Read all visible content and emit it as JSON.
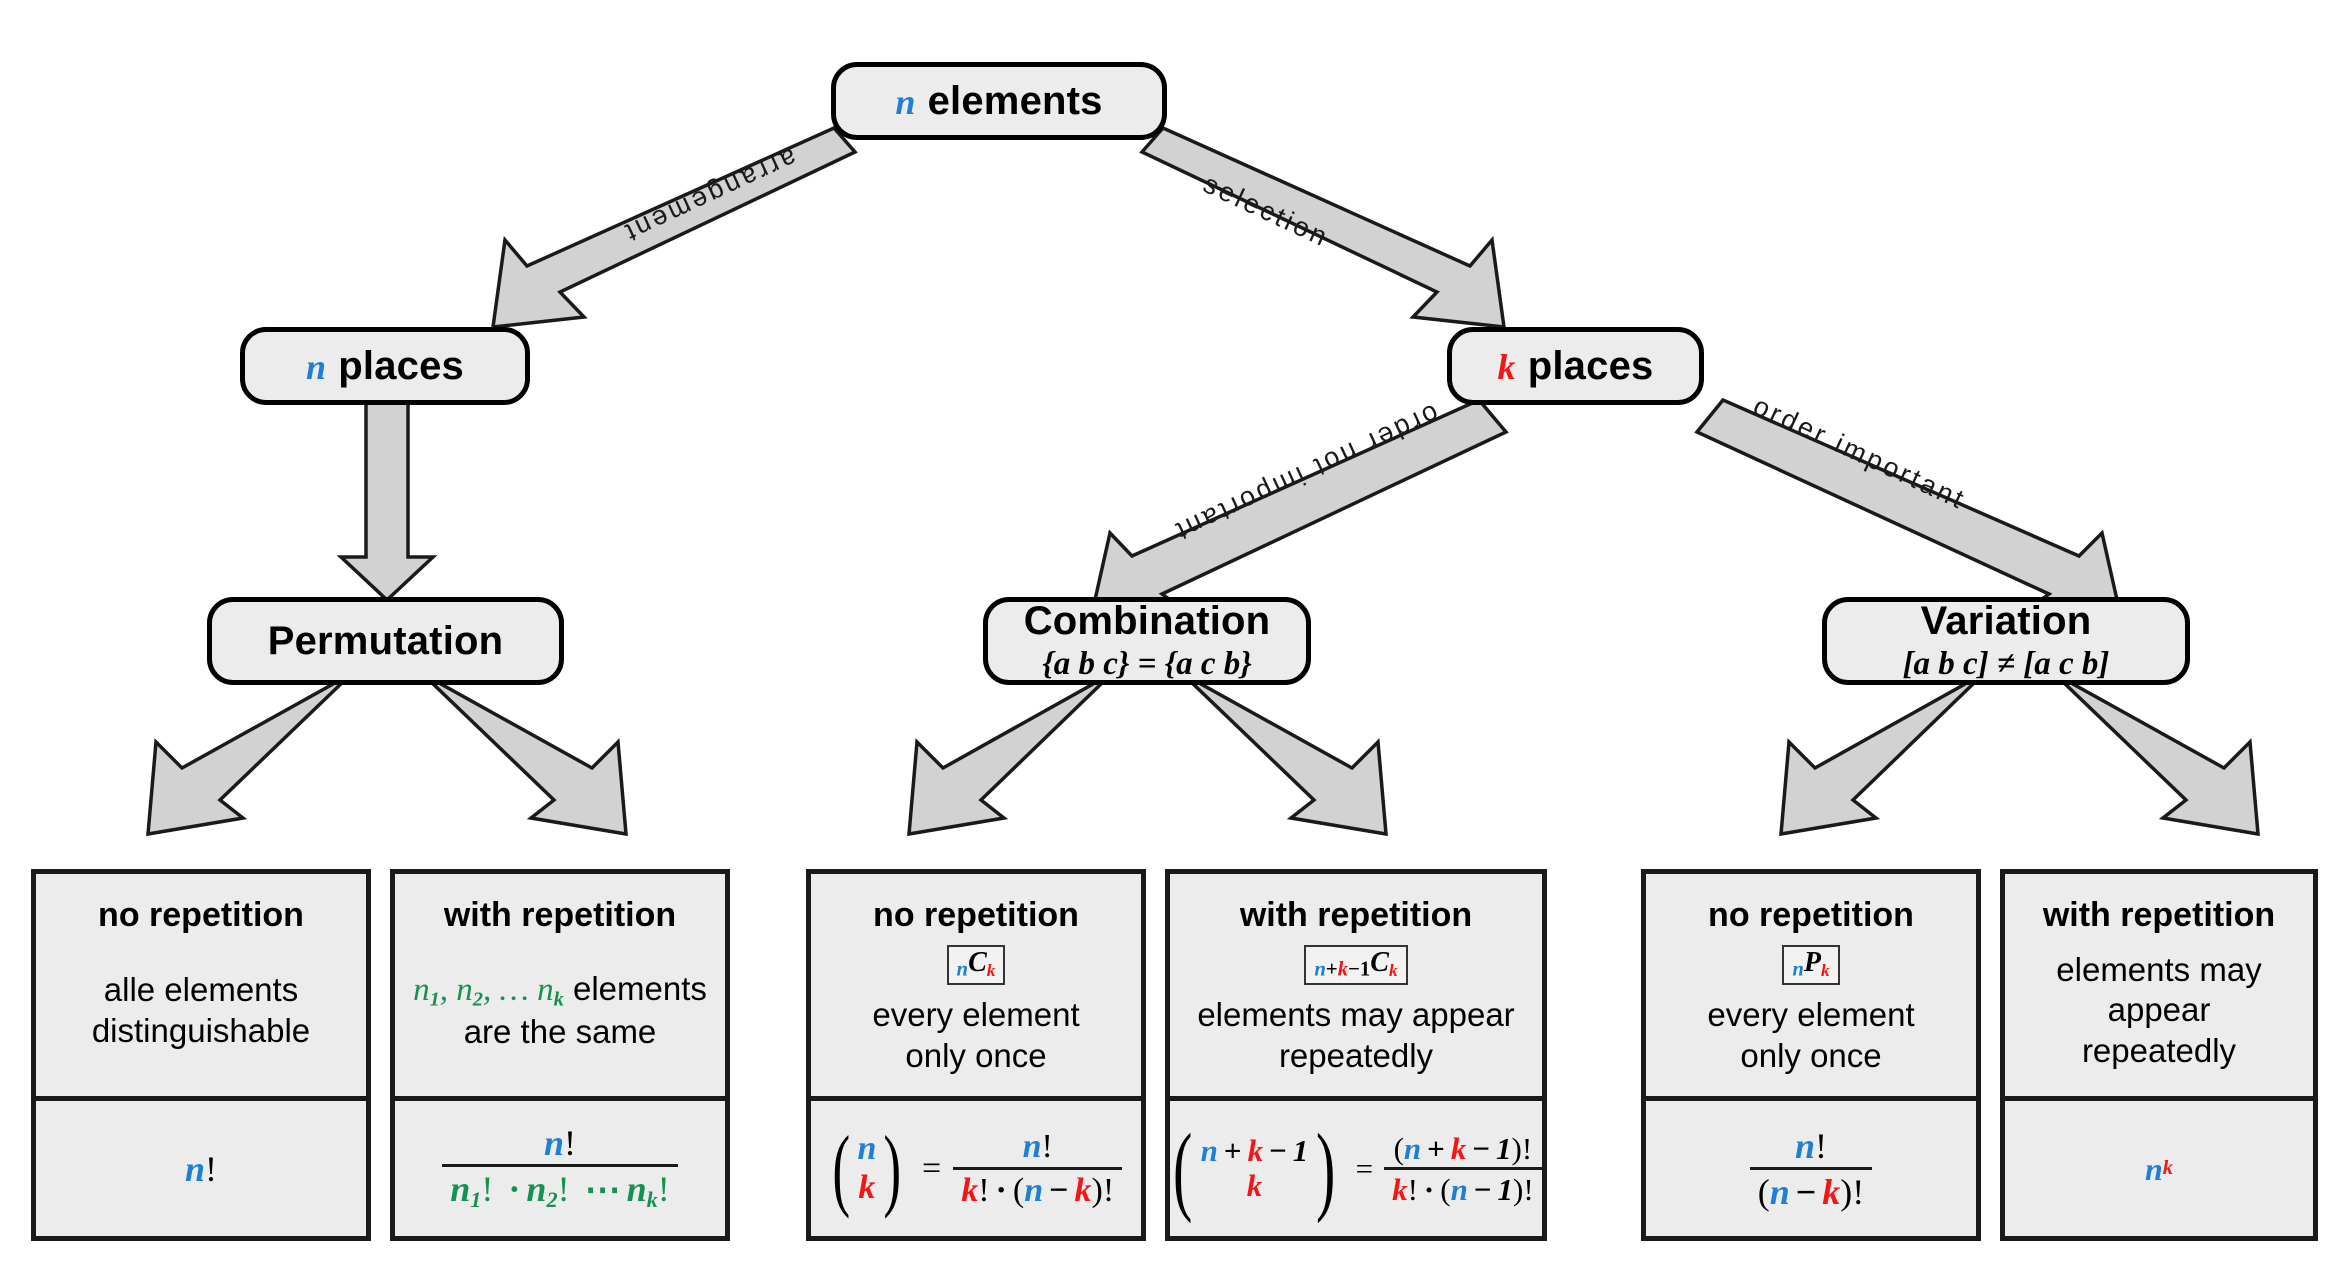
{
  "colors": {
    "n_blue": "#1f7fd4",
    "k_red": "#f61414",
    "green": "#179151",
    "node_fill": "#ececec",
    "arrow_fill": "#d2d2d2",
    "outline": "#000000"
  },
  "diagram": {
    "title": "Combinatorics decision tree",
    "root": {
      "var": "n",
      "label": "elements"
    },
    "level2": [
      {
        "var": "n",
        "label": "places"
      },
      {
        "var": "k",
        "label": "places"
      }
    ],
    "level3": [
      {
        "title": "Permutation",
        "sub": ""
      },
      {
        "title": "Combination",
        "sub": "{a b c} = {a c b}"
      },
      {
        "title": "Variation",
        "sub": "[a b c] ≠ [a c b]"
      }
    ],
    "edges": [
      {
        "label": "arrangement",
        "from": "n-elements",
        "to": "n-places"
      },
      {
        "label": "selection",
        "from": "n-elements",
        "to": "k-places"
      },
      {
        "label": "order not important",
        "from": "k-places",
        "to": "combination"
      },
      {
        "label": "order important",
        "from": "k-places",
        "to": "variation"
      }
    ]
  },
  "leaves": [
    {
      "id": "permutation-no-repetition",
      "head": "no repetition",
      "symbol": "",
      "desc_lines": [
        "alle elements",
        "distinguishable"
      ],
      "formula": "n!"
    },
    {
      "id": "permutation-with-repetition",
      "head": "with repetition",
      "symbol": "",
      "desc_lines": [
        "n₁, n₂, … nₖ elements",
        "are the same"
      ],
      "formula": "n! / (n₁! · n₂! ⋯ nₖ!)"
    },
    {
      "id": "combination-no-repetition",
      "head": "no repetition",
      "symbol": "nCk",
      "desc_lines": [
        "every element",
        "only once"
      ],
      "formula": "(n choose k) = n! / (k! · (n − k)!)"
    },
    {
      "id": "combination-with-repetition",
      "head": "with repetition",
      "symbol": "n+k−1Ck",
      "desc_lines": [
        "elements may appear",
        "repeatedly"
      ],
      "formula": "(n+k−1 choose k) = (n + k − 1)! / (k! · (n − 1)!)"
    },
    {
      "id": "variation-no-repetition",
      "head": "no repetition",
      "symbol": "nPk",
      "desc_lines": [
        "every element",
        "only once"
      ],
      "formula": "n! / (n − k)!"
    },
    {
      "id": "variation-with-repetition",
      "head": "with repetition",
      "symbol": "",
      "desc_lines": [
        "elements may appear",
        "repeatedly"
      ],
      "formula": "n^k"
    }
  ],
  "text": {
    "root_label": "elements",
    "places_label": "places",
    "permutation": "Permutation",
    "combination": "Combination",
    "combination_sub": "{a b c} = {a c b}",
    "variation": "Variation",
    "variation_sub": "[a b c] ≠ [a c b]",
    "no_repetition": "no repetition",
    "with_repetition": "with repetition",
    "alle_elements": "alle elements",
    "distinguishable": "distinguishable",
    "are_the_same": "are the same",
    "elements_word": "elements",
    "every_element": "every element",
    "only_once": "only once",
    "elements_may_appear": "elements may appear",
    "repeatedly": "repeatedly",
    "edge_arrangement": "arrangement",
    "edge_selection": "selection",
    "edge_order_not_important": "order not important",
    "edge_order_important": "order important",
    "var_n": "n",
    "var_k": "k"
  }
}
